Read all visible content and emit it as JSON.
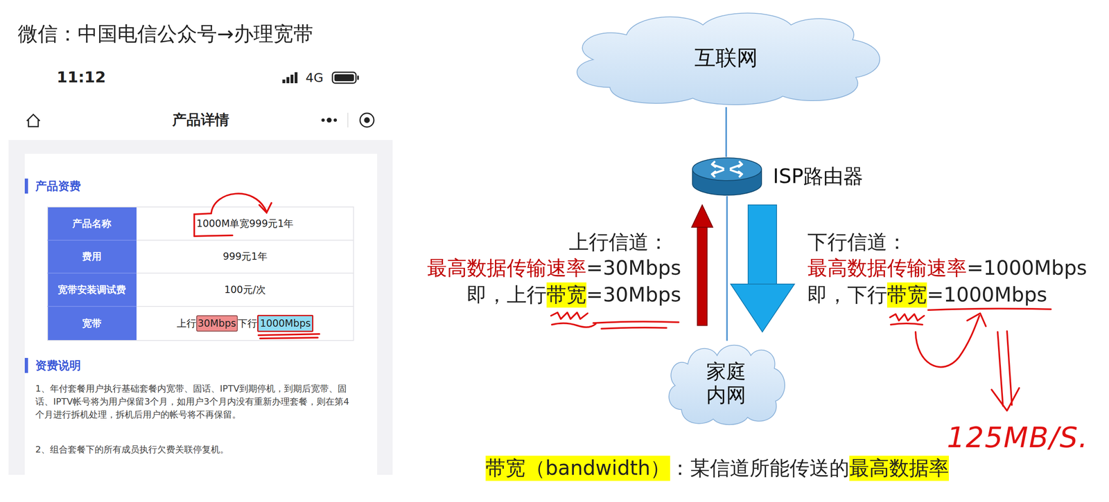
{
  "diagram": {
    "nodes": [
      {
        "text": [
          "互联网"
        ]
      },
      {
        "text": [
          "ISP路由器"
        ]
      },
      {
        "text": [
          "家庭 内网"
        ]
      }
    ],
    "edges": [
      {
        "from": 0,
        "to": 1,
        "arrow": "none"
      },
      {
        "from": 1,
        "to": 2,
        "arrow": "none"
      }
    ],
    "labels": [
      "微信：中国电信公众号→办理宽带",
      "11:12",
      "4G",
      "产品详情",
      "产品资费",
      "产品名称",
      "1000M单宽999元1年",
      "费用",
      "999元1年",
      "宽带安装调试费",
      "100元/次",
      "宽带",
      "上行",
      "30Mbps",
      "下行",
      "1000Mbps",
      "资费说明",
      "1、年付套餐用户执行基础套餐内宽带、固话、IPTV到期停机，到期后宽带、固话、IPTV帐号将为用户保留3个月，如用户3个月内没有重新办理套餐，则在第4个月进行拆机处理，拆机后用户的帐号将不再保留。",
      "2、组合套餐下的所有成员执行欠费关联停复机。",
      "上行信道：",
      "最高数据传输速率",
      "=30Mbps",
      "即，上行",
      "带宽",
      "=30Mbps",
      "下行信道：",
      "最高数据传输速率",
      "=1000Mbps",
      "即，下行",
      "带宽",
      "=1000Mbps",
      "125MB/S.",
      "带宽（bandwidth）",
      "：某信道所能传送的",
      "最高数据率"
    ]
  }
}
